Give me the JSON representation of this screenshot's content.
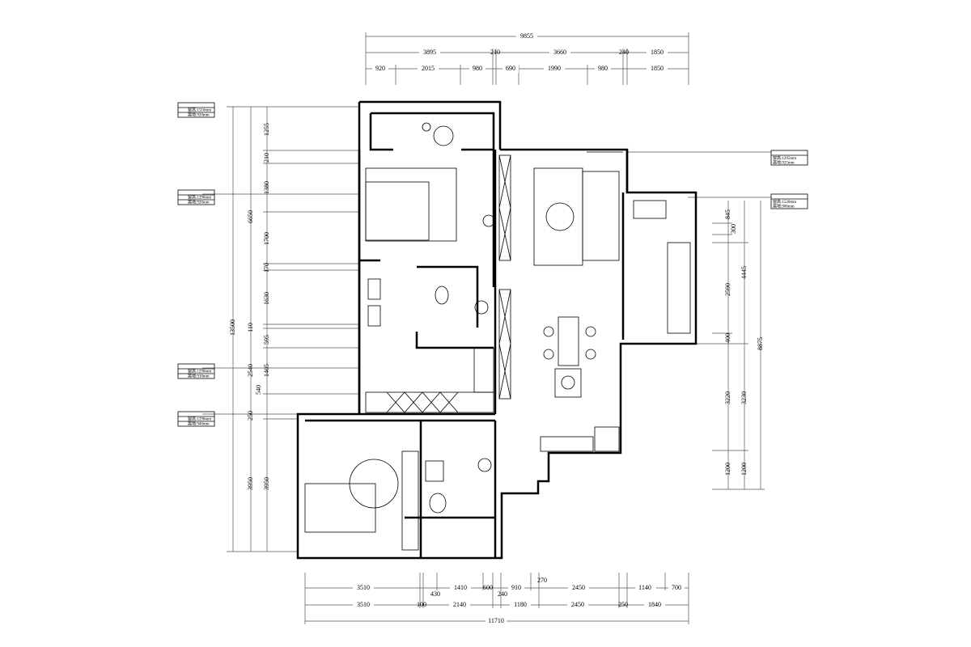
{
  "top_dims": {
    "total": "9855",
    "row2": [
      "3895",
      "210",
      "3660",
      "240",
      "1850"
    ],
    "row3": [
      "920",
      "2015",
      "980",
      "690",
      "1990",
      "980",
      "1850"
    ]
  },
  "bottom_dims": {
    "row1": [
      "3510",
      "430",
      "1410",
      "600",
      "240",
      "910",
      "270",
      "2450",
      "1140",
      "700"
    ],
    "row2": [
      "3510",
      "100",
      "2140",
      "1180",
      "2450",
      "250",
      "1840"
    ],
    "total": "11710"
  },
  "left_dims": {
    "inner": [
      "1255",
      "210",
      "1380",
      "1700",
      "170",
      "1630",
      "110",
      "595",
      "1405",
      "540",
      "250",
      "3950"
    ],
    "middle": [
      "6650",
      "2540",
      "3950"
    ],
    "total": "13500"
  },
  "right_dims": {
    "inner": [
      "845",
      "300",
      "2590",
      "400",
      "3220",
      "1200"
    ],
    "middle": [
      "4445",
      "3230",
      "1200"
    ],
    "total": "8875"
  },
  "window_tags": [
    {
      "height": "窗高:1510mm",
      "sill": "离地:920mm"
    },
    {
      "height": "窗高:1290mm",
      "sill": "离地:920mm"
    },
    {
      "height": "窗高:1290mm",
      "sill": "离地:910mm"
    },
    {
      "height": "窗高:1290mm",
      "sill": "离地:940mm"
    },
    {
      "height": "窗高:1295mm",
      "sill": "离地:925mm"
    },
    {
      "height": "窗高:1520mm",
      "sill": "离地:900mm"
    }
  ]
}
